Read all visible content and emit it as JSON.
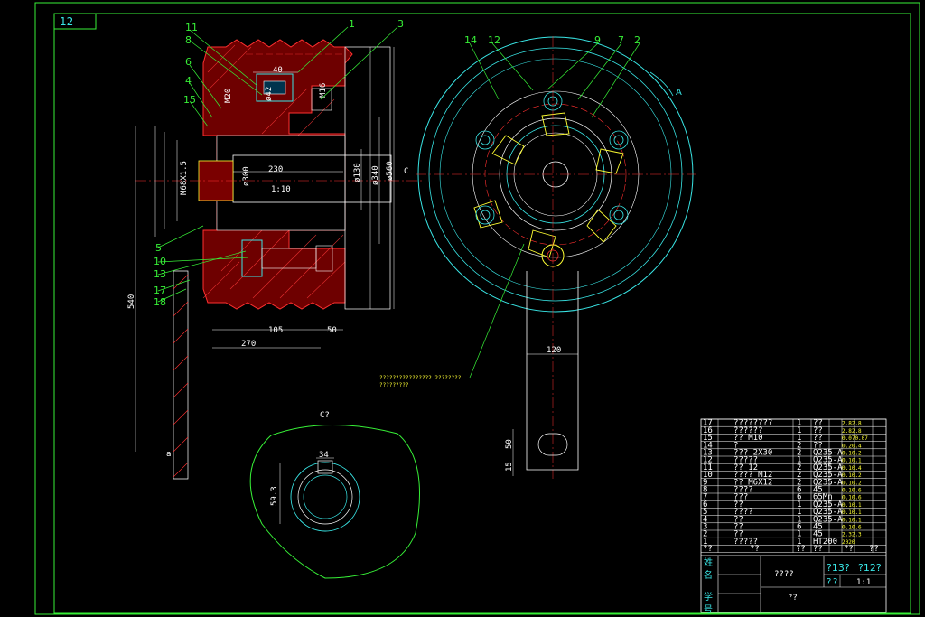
{
  "sheet_number": "12",
  "left_callouts": [
    "11",
    "8",
    "6",
    "4",
    "15",
    "5",
    "10",
    "13",
    "17",
    "18"
  ],
  "top_callouts": [
    "1",
    "3"
  ],
  "right_callouts": [
    "14",
    "12",
    "9",
    "7",
    "2"
  ],
  "dims": {
    "d40": "40",
    "m16": "M16",
    "d42": "ø42",
    "m20": "M20",
    "d230": "230",
    "d105": "105",
    "d50": "50",
    "d270": "270",
    "d540": "540",
    "d130": "ø130",
    "d340": "ø340",
    "d560": "ø560",
    "d300": "ø300",
    "taper": "1:10",
    "m68": "M68X1.5",
    "d120": "120",
    "d50b": "50",
    "d15": "15",
    "d34": "34",
    "d593": "59.3"
  },
  "labels": {
    "a": "a",
    "A": "A",
    "C": "C",
    "section": "C?",
    "spec_note": "???????????????2.2???????",
    "spec_note2": "?????????"
  },
  "bom": {
    "rows": [
      {
        "no": "17",
        "name": "????????",
        "qty": "1",
        "mat": "??",
        "note": "2.82.8"
      },
      {
        "no": "16",
        "name": "??????",
        "qty": "1",
        "mat": "??",
        "note": "2.82.8"
      },
      {
        "no": "15",
        "name": "?? M10",
        "qty": "1",
        "mat": "??",
        "note": "0.070.07"
      },
      {
        "no": "14",
        "name": "?",
        "qty": "2",
        "mat": "??",
        "note": "0.20.4"
      },
      {
        "no": "13",
        "name": "??? 2X30",
        "qty": "2",
        "mat": "Q235-A",
        "note": "0.10.2"
      },
      {
        "no": "12",
        "name": "?????",
        "qty": "1",
        "mat": "Q235-A",
        "note": "0.10.1"
      },
      {
        "no": "11",
        "name": "?? 12",
        "qty": "2",
        "mat": "Q235-A",
        "note": "0.10.4"
      },
      {
        "no": "10",
        "name": "???? M12",
        "qty": "2",
        "mat": "Q235-A",
        "note": "0.10.2"
      },
      {
        "no": "9",
        "name": "?? M6X12",
        "qty": "2",
        "mat": "Q235-A",
        "note": "0.10.2"
      },
      {
        "no": "8",
        "name": "????",
        "qty": "6",
        "mat": "45",
        "note": "0.10.6"
      },
      {
        "no": "7",
        "name": "???",
        "qty": "6",
        "mat": "65Mn",
        "note": "0.10.6"
      },
      {
        "no": "6",
        "name": "??",
        "qty": "1",
        "mat": "Q235-A",
        "note": "0.10.1"
      },
      {
        "no": "5",
        "name": "????",
        "qty": "1",
        "mat": "Q235-A",
        "note": "0.10.1"
      },
      {
        "no": "4",
        "name": "??",
        "qty": "1",
        "mat": "Q235-A",
        "note": "0.10.1"
      },
      {
        "no": "3",
        "name": "??",
        "qty": "6",
        "mat": "45",
        "note": "0.10.6"
      },
      {
        "no": "2",
        "name": "??",
        "qty": "1",
        "mat": "45",
        "note": "2.32.3"
      },
      {
        "no": "1",
        "name": "?????",
        "qty": "1",
        "mat": "HT200",
        "note": "2020"
      }
    ],
    "header": {
      "no": "??",
      "name": "??",
      "qty": "??",
      "mat": "??",
      "w1": "??",
      "w2": "??"
    },
    "title": "????",
    "school": "??",
    "scale_label": "1:1",
    "left_labels": [
      "姓",
      "名",
      "学",
      "号"
    ],
    "sheet_a": "?13?",
    "sheet_b": "?12?",
    "sub_a": "?",
    "sub_b": "?"
  }
}
